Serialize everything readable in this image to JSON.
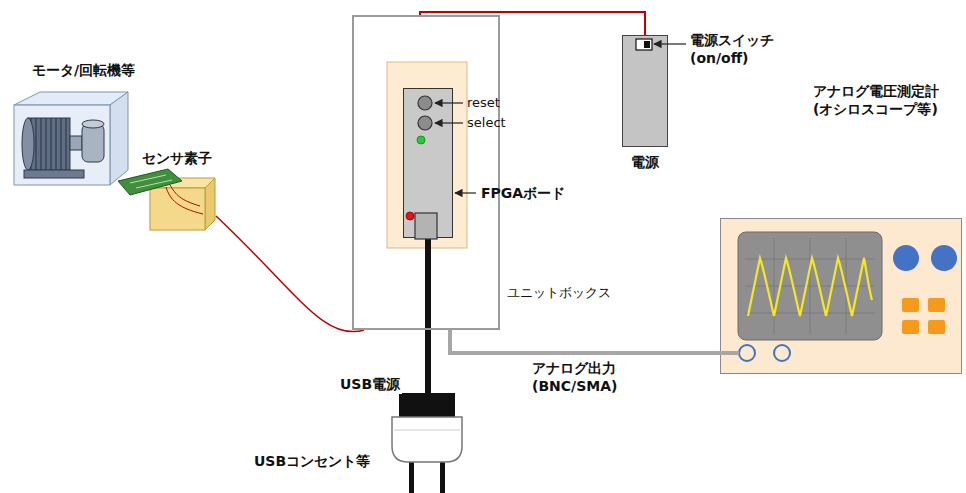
{
  "diagram": {
    "nodes": [
      {
        "text": [
          "モータ/回転機等"
        ]
      },
      {
        "text": [
          "センサ素子"
        ]
      },
      {
        "text": [
          "ユニットボックス"
        ]
      },
      {
        "text": [
          "FPGAボード"
        ],
        "in": 2
      },
      {
        "text": [
          "電源"
        ]
      },
      {
        "text": [
          "アナログ電圧測定計 (オシロスコープ等)"
        ]
      },
      {
        "text": [
          "USBコンセント等"
        ]
      }
    ],
    "edges": [
      {
        "from": 4,
        "to": 2,
        "arrow": "none"
      },
      {
        "from": 1,
        "to": 2,
        "arrow": "none"
      },
      {
        "from": 2,
        "to": 5,
        "label": "アナログ出力 (BNC/SMA)",
        "arrow": "none"
      },
      {
        "from": 3,
        "to": 6,
        "label": "USB電源",
        "arrow": "none"
      }
    ],
    "labels": [
      "reset",
      "select",
      "電源スイッチ (on/off)"
    ]
  }
}
